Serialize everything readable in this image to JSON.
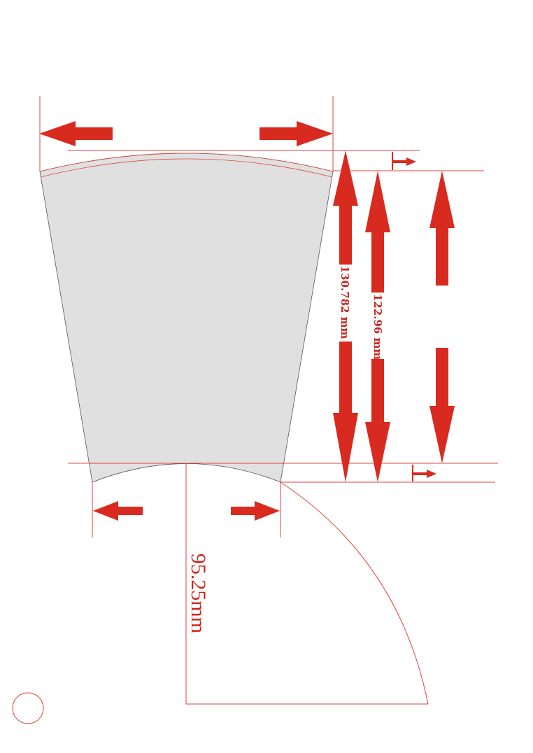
{
  "dimensions": {
    "outer_height_label": "130.782 mm",
    "inner_height_label": "122.96 mm",
    "radius_label": "95.25mm"
  },
  "colors": {
    "accent": "#d92a1f",
    "template_fill": "#e0e0e0",
    "guide_line": "#e0433c",
    "outline": "#555555"
  },
  "icons": {
    "corner_mark": "circle-icon"
  }
}
